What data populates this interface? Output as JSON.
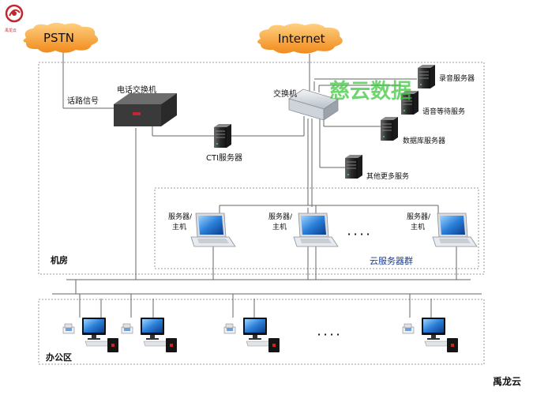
{
  "logo": {
    "caption": "禹龙云"
  },
  "clouds": {
    "pstn": "PSTN",
    "internet": "Internet"
  },
  "labels": {
    "voice_signal": "话路信号",
    "pbx": "电话交换机",
    "switch": "交换机",
    "cti_server": "CTI服务器",
    "recording_server": "录音服务器",
    "voice_wait_server": "语音等待服务",
    "database_server": "数据库服务器",
    "more_services": "其他更多服务",
    "host_line1": "服务器/",
    "host_line2": "主机",
    "ellipsis": "· · · ·",
    "cloud_group": "云服务器群",
    "machine_room": "机房",
    "office_area": "办公区",
    "watermark": "慈云数据",
    "brand": "禹龙云"
  }
}
